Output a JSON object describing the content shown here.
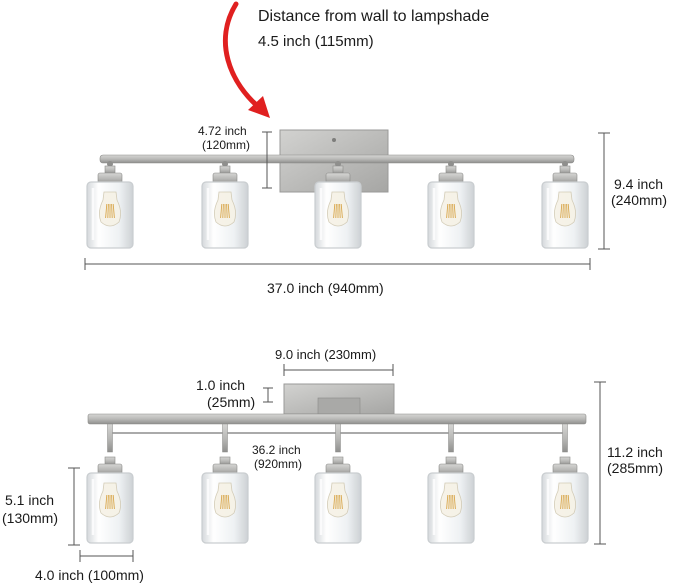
{
  "colors": {
    "metal": "#b9b9b7",
    "metal_dark": "#8f8f8d",
    "glass": "#eef1f3",
    "glass_edge": "#c9cdd0",
    "arrow": "#e02020",
    "dimension_line": "#555555",
    "background": "#ffffff"
  },
  "top": {
    "distance_title": "Distance from wall to lampshade",
    "distance_value": "4.5 inch (115mm)",
    "backplate_height_in": "4.72 inch",
    "backplate_height_mm": "(120mm)",
    "height_in": "9.4 inch",
    "height_mm": "(240mm)",
    "width": "37.0 inch (940mm)"
  },
  "bottom": {
    "backplate_width": "9.0 inch (230mm)",
    "depth_in": "1.0 inch",
    "depth_mm": "(25mm)",
    "arm_span_in": "36.2 inch",
    "arm_span_mm": "(920mm)",
    "height_in": "11.2 inch",
    "height_mm": "(285mm)",
    "shade_height_in": "5.1 inch",
    "shade_height_mm": "(130mm)",
    "shade_width": "4.0 inch (100mm)"
  },
  "icons": {
    "arrow": "curved-red-arrow-icon",
    "bulb": "edison-bulb-icon"
  }
}
